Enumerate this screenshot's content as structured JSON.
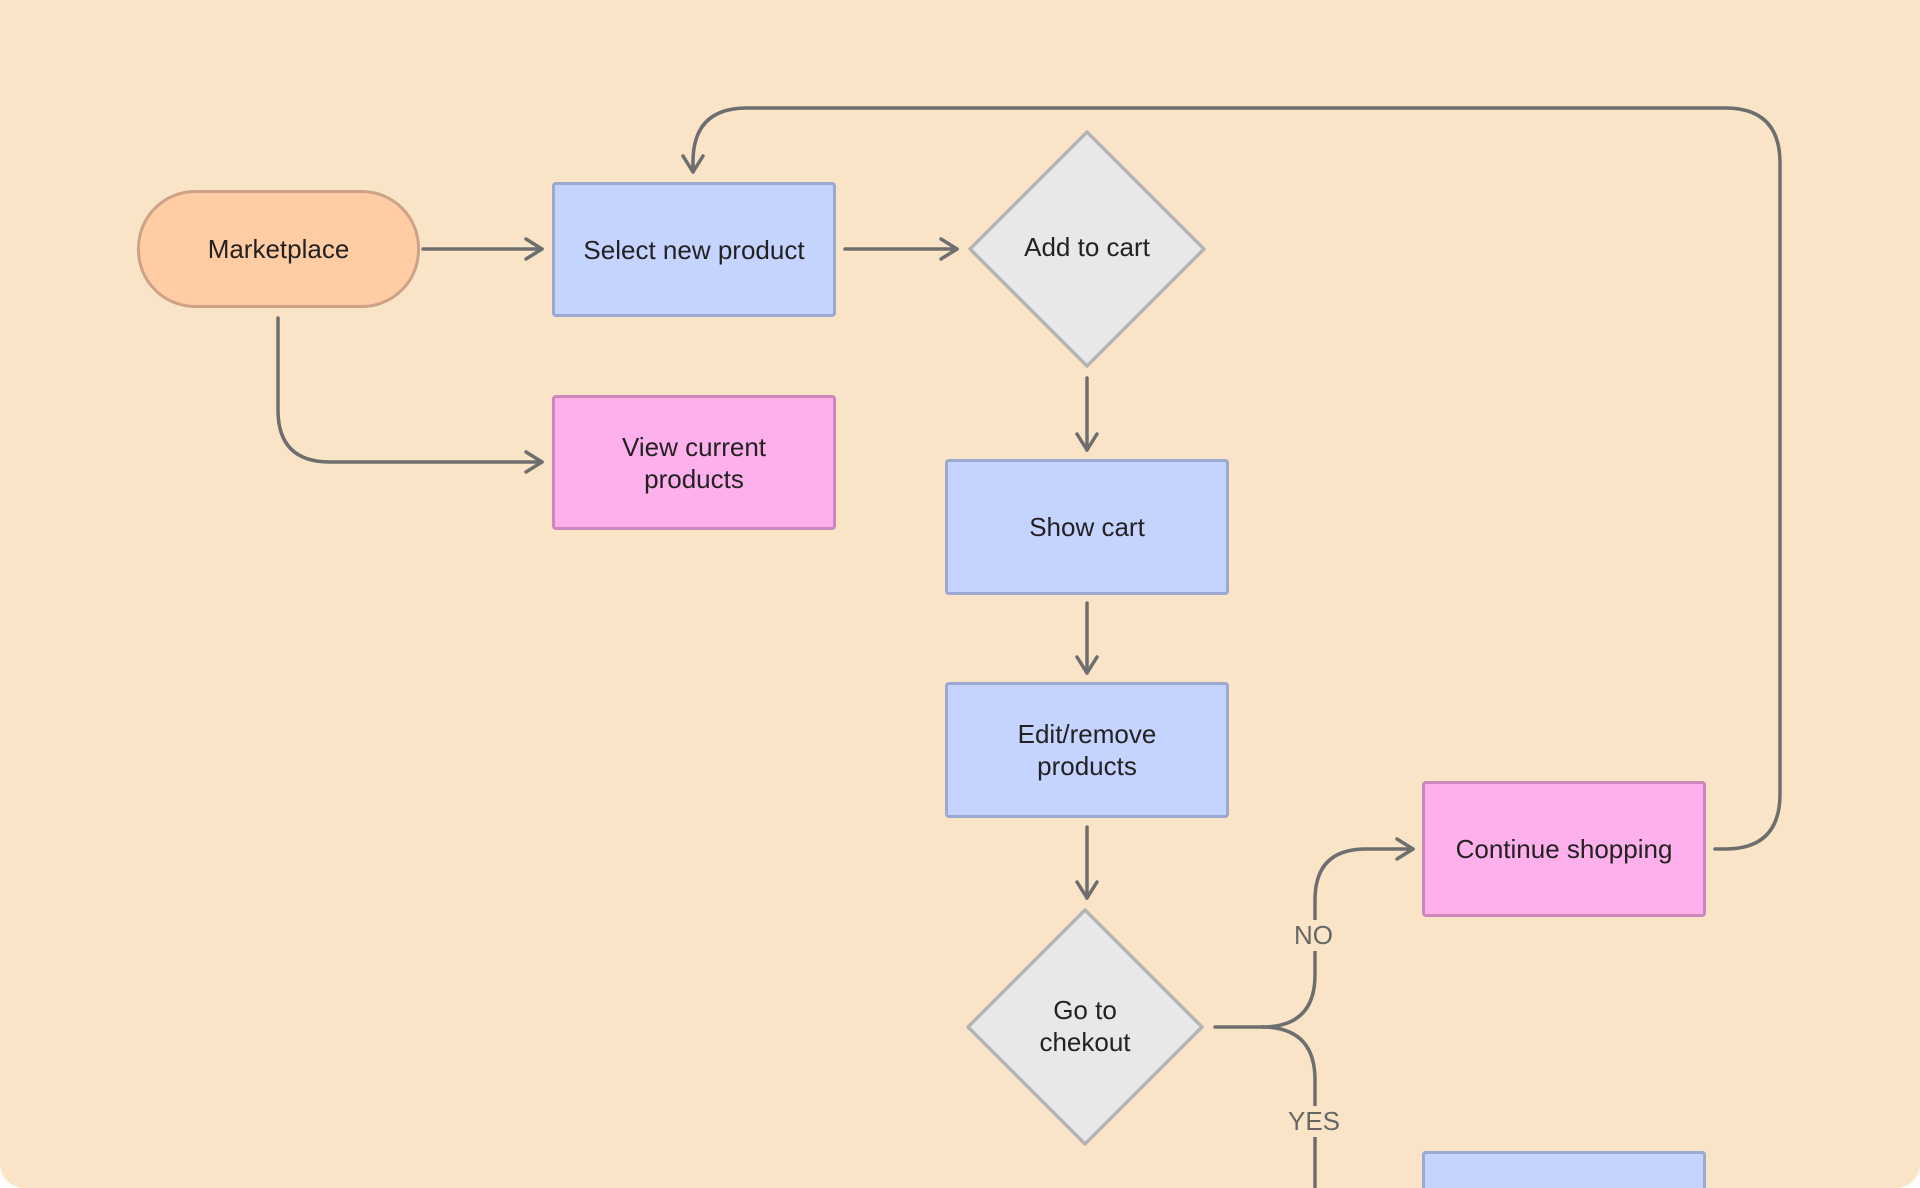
{
  "nodes": {
    "marketplace": "Marketplace",
    "select_new_product": "Select new product",
    "add_to_cart": "Add to cart",
    "view_current_products": "View current products",
    "show_cart": "Show cart",
    "edit_remove_products": "Edit/remove products",
    "continue_shopping": "Continue shopping",
    "go_to_checkout": "Go to chekout",
    "next_step": ""
  },
  "edge_labels": {
    "no": "NO",
    "yes": "YES"
  },
  "colors": {
    "background": "#fae4c8",
    "terminal": "#ffcca4",
    "process": "#c5d3ff",
    "alternate": "#fdb0eb",
    "decision": "#e8e8e8",
    "connector": "#6e6e6e"
  }
}
